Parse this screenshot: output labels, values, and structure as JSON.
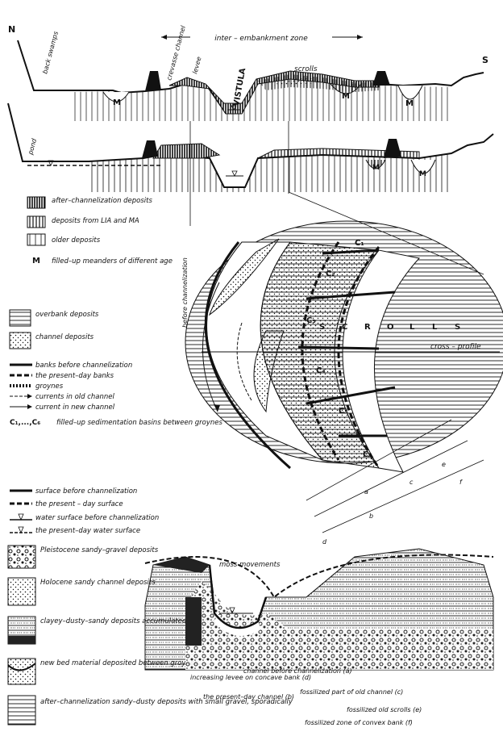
{
  "profile": {
    "north": "N",
    "south": "S",
    "zone": "inter – embankment   zone",
    "labels": {
      "back_swamps": "back swamps",
      "crevasse_channel": "crevasse channel",
      "levee": "levee",
      "river": "VISTULA",
      "scrolls": "scrolls",
      "pond": "pond",
      "meander_mark": "M"
    }
  },
  "legend_top": [
    {
      "text": "after–channelization deposits"
    },
    {
      "text": "deposits from LIA and MA"
    },
    {
      "text": "older deposits"
    },
    {
      "symbol": "M",
      "text": "filled–up meanders of different age"
    }
  ],
  "legend_mid": {
    "side_label": "before channelization",
    "items": [
      "overbank deposits",
      "channel deposits",
      "banks before channelization",
      "the present–day banks",
      "groynes",
      "currents in old channel",
      "current in new channel"
    ],
    "basins_symbol": "C₁,...,C₆",
    "basins_text": "filled–up sedimentation basins between groynes"
  },
  "map": {
    "word": [
      "S",
      "C",
      "R",
      "O",
      "L",
      "L",
      "S"
    ],
    "cross_profile": "cross – profile",
    "basins": [
      "C₁",
      "C₂",
      "C₃",
      "C₄",
      "C₅",
      "C₆"
    ],
    "letters": [
      "a",
      "b",
      "c",
      "d",
      "e",
      "f"
    ]
  },
  "legend_lines": [
    "surface before channelization",
    "the present – day surface",
    "water surface before channelization",
    "the present–day water surface"
  ],
  "legend_bottom": [
    "Pleistocene sandy–gravel deposits",
    "Holocene sandy channel deposits",
    "clayey–dusty–sandy deposits accumulated before channelization",
    "new bed material deposited between groynes",
    "after–channelization sandy–dusty deposits with small gravel, sporadically"
  ],
  "cross_section": {
    "moss": "moss movements",
    "a": "channel before channelization (a)",
    "d": "increasing levee on concave bank (d)",
    "b": "the present–day channel (b)",
    "c": "fossilized part of old channel (c)",
    "e": "fossilized old scrolls (e)",
    "f": "fossilized zone of convex bank (f)"
  }
}
